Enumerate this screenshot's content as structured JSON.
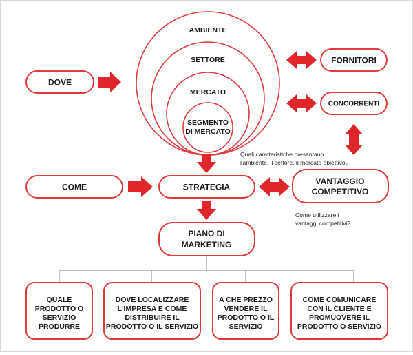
{
  "colors": {
    "accent": "#e1262b",
    "outline": "#e03a3a",
    "text": "#1a1a1a",
    "connector": "#9a9a9a"
  },
  "rings": {
    "ambiente": "AMBIENTE",
    "settore": "SETTORE",
    "mercato": "MERCATO",
    "segmento": [
      "SEGMENTO",
      "DI MERCATO"
    ]
  },
  "nodes": {
    "dove": "DOVE",
    "fornitori": "FORNITORI",
    "concorrenti": "CONCORRENTI",
    "come": "COME",
    "strategia": "STRATEGIA",
    "vantaggio": [
      "VANTAGGIO",
      "COMPETITIVO"
    ],
    "piano": [
      "PIANO DI",
      "MARKETING"
    ]
  },
  "notes": {
    "question_1": [
      "Quali caratteristiche presentano",
      "l'ambiente, il settore, il mercato obiettivo?"
    ],
    "question_2": [
      "Come utilizzare i",
      "vantaggi competitivi?"
    ]
  },
  "outputs": [
    {
      "lines": [
        "QUALE",
        "PRODOTTO O",
        "SERVIZIO",
        "PRODURRE"
      ]
    },
    {
      "lines": [
        "DOVE LOCALIZZARE",
        "L'IMPRESA E COME",
        "DISTRIBUIRE IL",
        "PRODOTTO O IL SERVIZIO"
      ]
    },
    {
      "lines": [
        "A CHE PREZZO",
        "VENDERE IL",
        "PRODOTTO O IL",
        "SERVIZIO"
      ]
    },
    {
      "lines": [
        "COME COMUNICARE",
        "CON IL CLIENTE E",
        "PROMUOVERE IL",
        "PRODOTTO O SERVIZIO"
      ]
    }
  ]
}
